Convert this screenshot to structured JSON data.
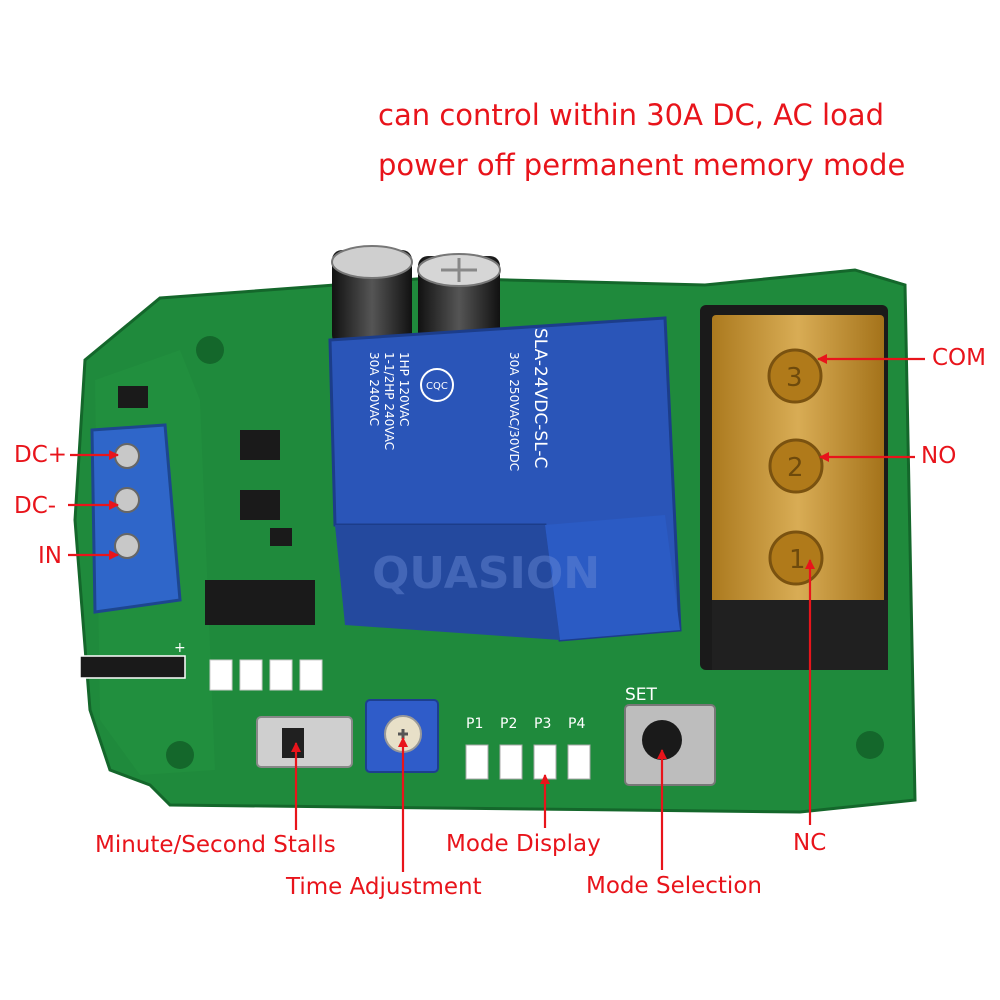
{
  "headline": {
    "line1": "can control within 30A DC, AC load",
    "line2": "power off permanent memory mode"
  },
  "labels": {
    "dc_plus": "DC+",
    "dc_minus": "DC-",
    "in": "IN",
    "com": "COM",
    "no": "NO",
    "nc": "NC",
    "minute_second": "Minute/Second Stalls",
    "time_adjustment": "Time Adjustment",
    "mode_display": "Mode Display",
    "mode_selection": "Mode Selection"
  },
  "relay": {
    "model": "SLA-24VDC-SL-C",
    "rating_1": "30A 250VAC/30VDC",
    "rating_2": "1HP 120VAC",
    "rating_3": "1-1/2HP 240VAC",
    "rating_4": "30A 240VAC",
    "cert": "CQC"
  },
  "board_marks": {
    "set": "SET",
    "p1": "P1",
    "p2": "P2",
    "p3": "P3",
    "p4": "P4",
    "plus": "+",
    "terminal_3": "3",
    "terminal_2": "2",
    "terminal_1": "1"
  },
  "watermark": "QUASION",
  "colors": {
    "label_red": "#e8141b",
    "pcb_green": "#1f8a3c",
    "relay_blue": "#2a55b8",
    "terminal_amber": "#d8a23a"
  }
}
